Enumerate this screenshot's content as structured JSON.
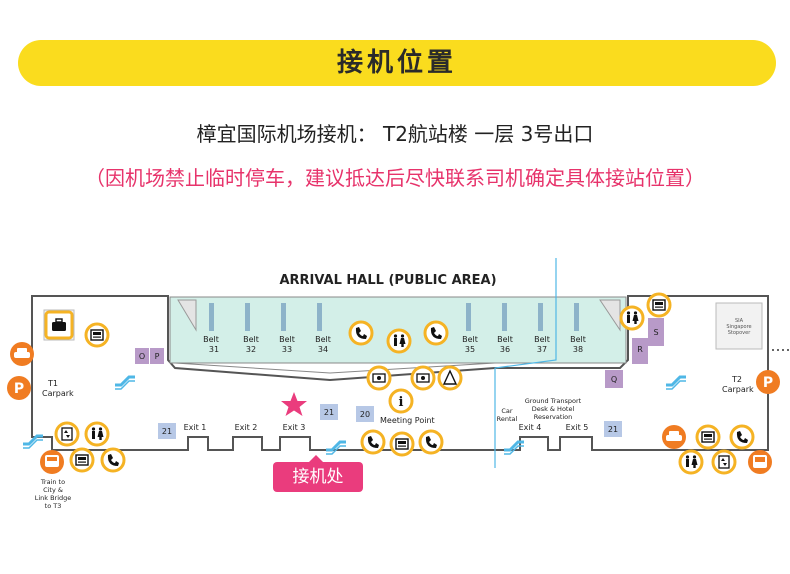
{
  "header": {
    "title": "接机位置",
    "subtitle": "樟宜国际机场接机： T2航站楼 一层 3号出口",
    "notice": "（因机场禁止临时停车，建议抵达后尽快联系司机确定具体接站位置）"
  },
  "map": {
    "hall_title": "ARRIVAL HALL (PUBLIC AREA)",
    "belts": [
      {
        "label": "Belt",
        "num": "31"
      },
      {
        "label": "Belt",
        "num": "32"
      },
      {
        "label": "Belt",
        "num": "33"
      },
      {
        "label": "Belt",
        "num": "34"
      },
      {
        "label": "Belt",
        "num": "35"
      },
      {
        "label": "Belt",
        "num": "36"
      },
      {
        "label": "Belt",
        "num": "37"
      },
      {
        "label": "Belt",
        "num": "38"
      }
    ],
    "exits": [
      "Exit 1",
      "Exit 2",
      "Exit 3",
      "Exit 4",
      "Exit 5"
    ],
    "meeting_point": "Meeting Point",
    "car_rental": [
      "Car",
      "Rental"
    ],
    "ground_transport": [
      "Ground Transport",
      "Desk & Hotel",
      "Reservation"
    ],
    "t1_carpark": [
      "T1",
      "Carpark"
    ],
    "t2_carpark": [
      "T2",
      "Carpark"
    ],
    "train": [
      "Train to",
      "City &",
      "Link Bridge",
      "to T3"
    ],
    "sia": [
      "SIA",
      "Singapore",
      "Stopover"
    ],
    "shops": {
      "o": "O",
      "p": "P",
      "q": "Q",
      "r": "R",
      "s": "S"
    },
    "counters": [
      "21",
      "21",
      "20",
      "21"
    ],
    "parking_letter": "P",
    "info_letter": "i",
    "pickup_label": "接机处"
  },
  "colors": {
    "banner": "#fadc1e",
    "notice": "#e7336b",
    "pickup": "#ea3c7d",
    "icon_ring": "#f5b324",
    "orange": "#f07c22",
    "shop": "#b89ac8",
    "counter": "#b7c8e6",
    "restricted_area": "#d3efe8",
    "line_blue": "#4fb7e6"
  }
}
